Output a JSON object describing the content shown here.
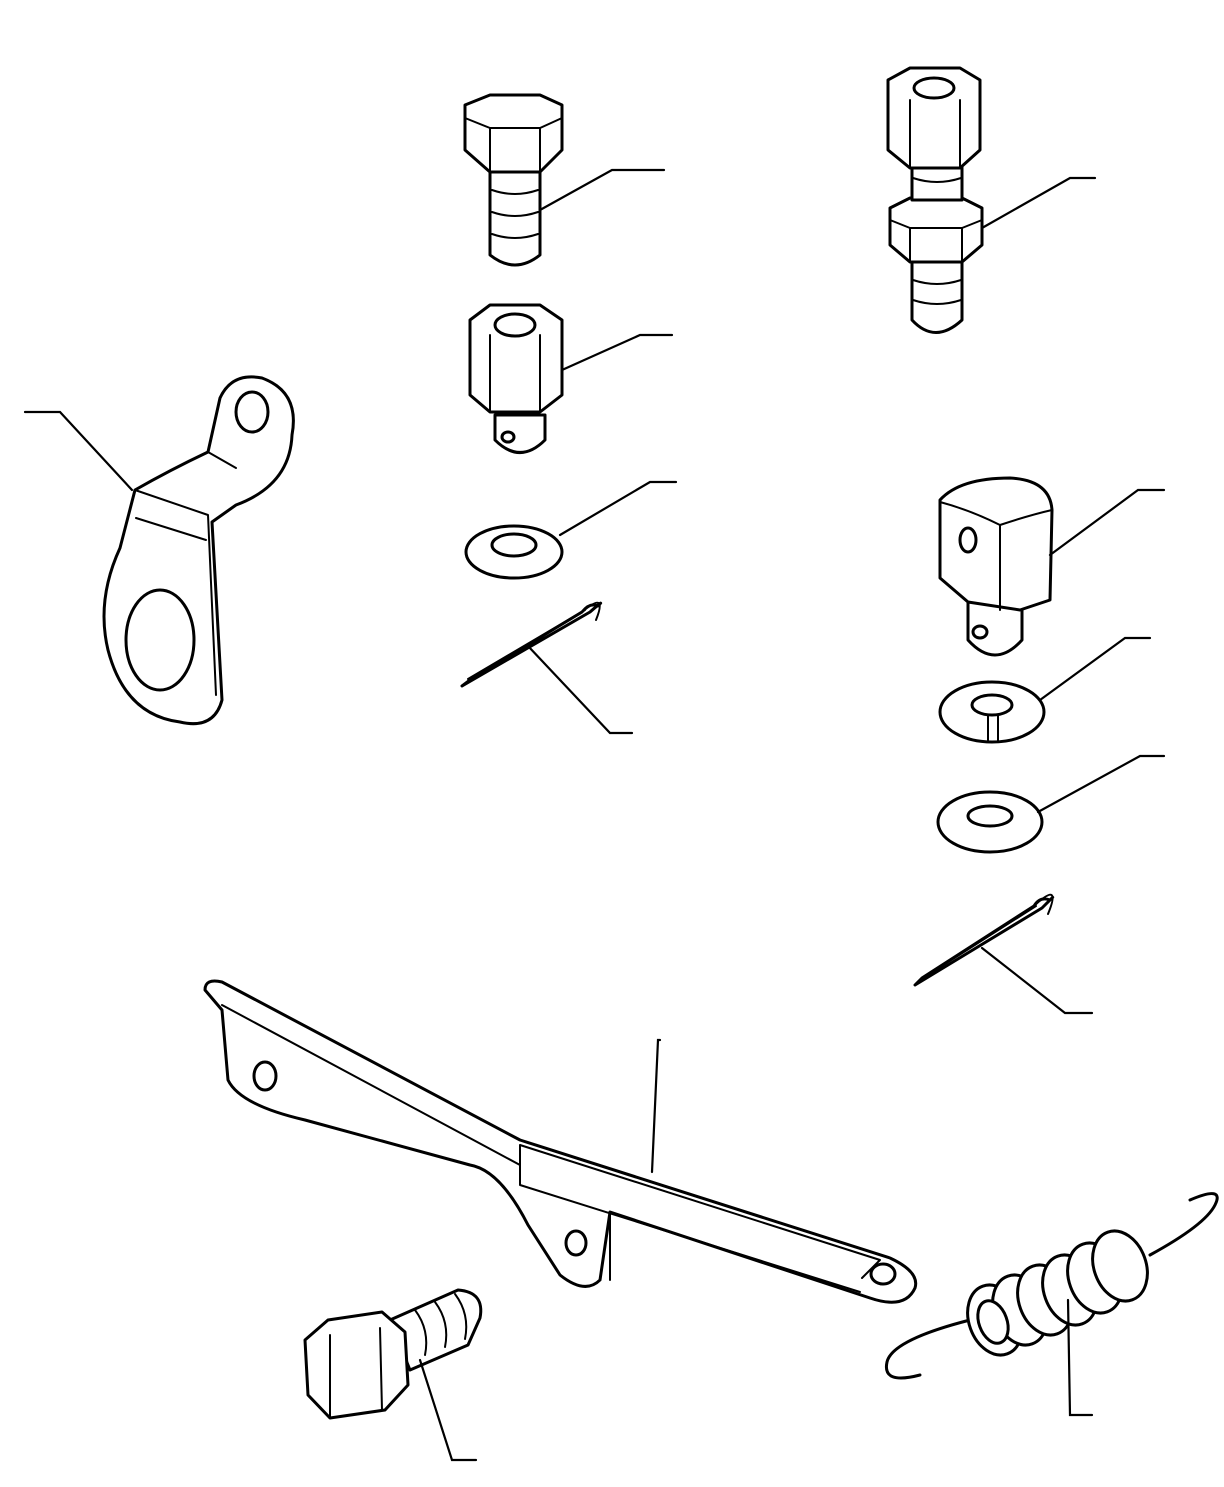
{
  "diagram": {
    "ink_color": "#000000",
    "paper_color": "#ffffff",
    "parts": [
      {
        "id": "hex-bolt-top",
        "icon": "hex-bolt-icon"
      },
      {
        "id": "hex-bolt-with-nut",
        "icon": "hex-bolt-nut-icon"
      },
      {
        "id": "threaded-pin",
        "icon": "threaded-pin-icon"
      },
      {
        "id": "mounting-bracket",
        "icon": "bracket-icon"
      },
      {
        "id": "flat-washer-left",
        "icon": "washer-icon"
      },
      {
        "id": "cotter-pin-left",
        "icon": "cotter-pin-icon"
      },
      {
        "id": "clevis-block",
        "icon": "clevis-icon"
      },
      {
        "id": "slotted-washer",
        "icon": "slotted-washer-icon"
      },
      {
        "id": "flat-washer-right",
        "icon": "washer-icon"
      },
      {
        "id": "cotter-pin-right",
        "icon": "cotter-pin-icon"
      },
      {
        "id": "lever-arm",
        "icon": "lever-icon"
      },
      {
        "id": "hex-bolt-bottom",
        "icon": "hex-bolt-icon"
      },
      {
        "id": "tension-spring",
        "icon": "spring-icon"
      }
    ]
  }
}
